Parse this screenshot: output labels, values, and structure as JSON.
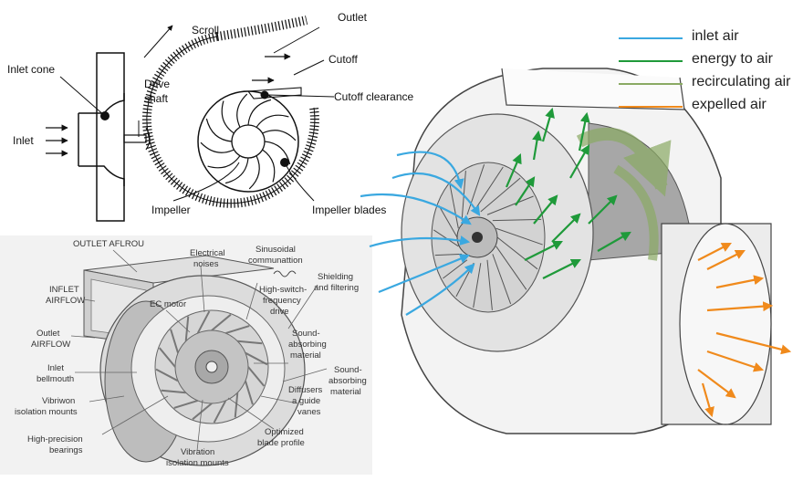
{
  "schematic": {
    "labels": {
      "scroll": "Scroll",
      "outlet": "Outlet",
      "inlet_cone": "Inlet cone",
      "drive_shaft_1": "Drive",
      "drive_shaft_2": "shaft",
      "cutoff": "Cutoff",
      "cutoff_clearance": "Cutoff clearance",
      "inlet": "Inlet",
      "impeller": "Impeller",
      "impeller_blades": "Impeller blades"
    }
  },
  "bottom": {
    "labels": {
      "outlet_aflrou": "OUTLET AFLROU",
      "inflet_1": "INFLET",
      "inflet_2": "AIRFLOW",
      "outlet_1": "Outlet",
      "outlet_2": "AIRFLOW",
      "inlet_bellmouth_1": "Inlet",
      "inlet_bellmouth_2": "bellmouth",
      "vibriwon_1": "Vibriwon",
      "vibriwon_2": "isolation mounts",
      "bearings_1": "High-precision",
      "bearings_2": "bearings",
      "vibration_1": "Vibration",
      "vibration_2": "isolation mounts",
      "ec_motor": "EC motor",
      "electrical_1": "Electrical",
      "electrical_2": "noises",
      "sinusoidal_1": "Sinusoidal",
      "sinusoidal_2": "communattion",
      "hsf_1": "High-switch-",
      "hsf_2": "frequency",
      "hsf_3": "drive",
      "shielding_1": "Shielding",
      "shielding_2": "and filtering",
      "sound1_1": "Sound-",
      "sound1_2": "absorbing",
      "sound1_3": "material",
      "sound2_1": "Sound-",
      "sound2_2": "absorbing",
      "sound2_3": "material",
      "diffusers_1": "Diffusers",
      "diffusers_2": "a guide",
      "diffusers_3": "vanes",
      "optimized_1": "Optimized",
      "optimized_2": "blade profile"
    }
  },
  "legend": {
    "items": [
      {
        "label": "inlet air",
        "color": "#3aa8e0"
      },
      {
        "label": "energy to air",
        "color": "#1f9a3a"
      },
      {
        "label": "recirculating air",
        "color": "#8aaa64"
      },
      {
        "label": "expelled air",
        "color": "#f08a1c"
      }
    ]
  }
}
